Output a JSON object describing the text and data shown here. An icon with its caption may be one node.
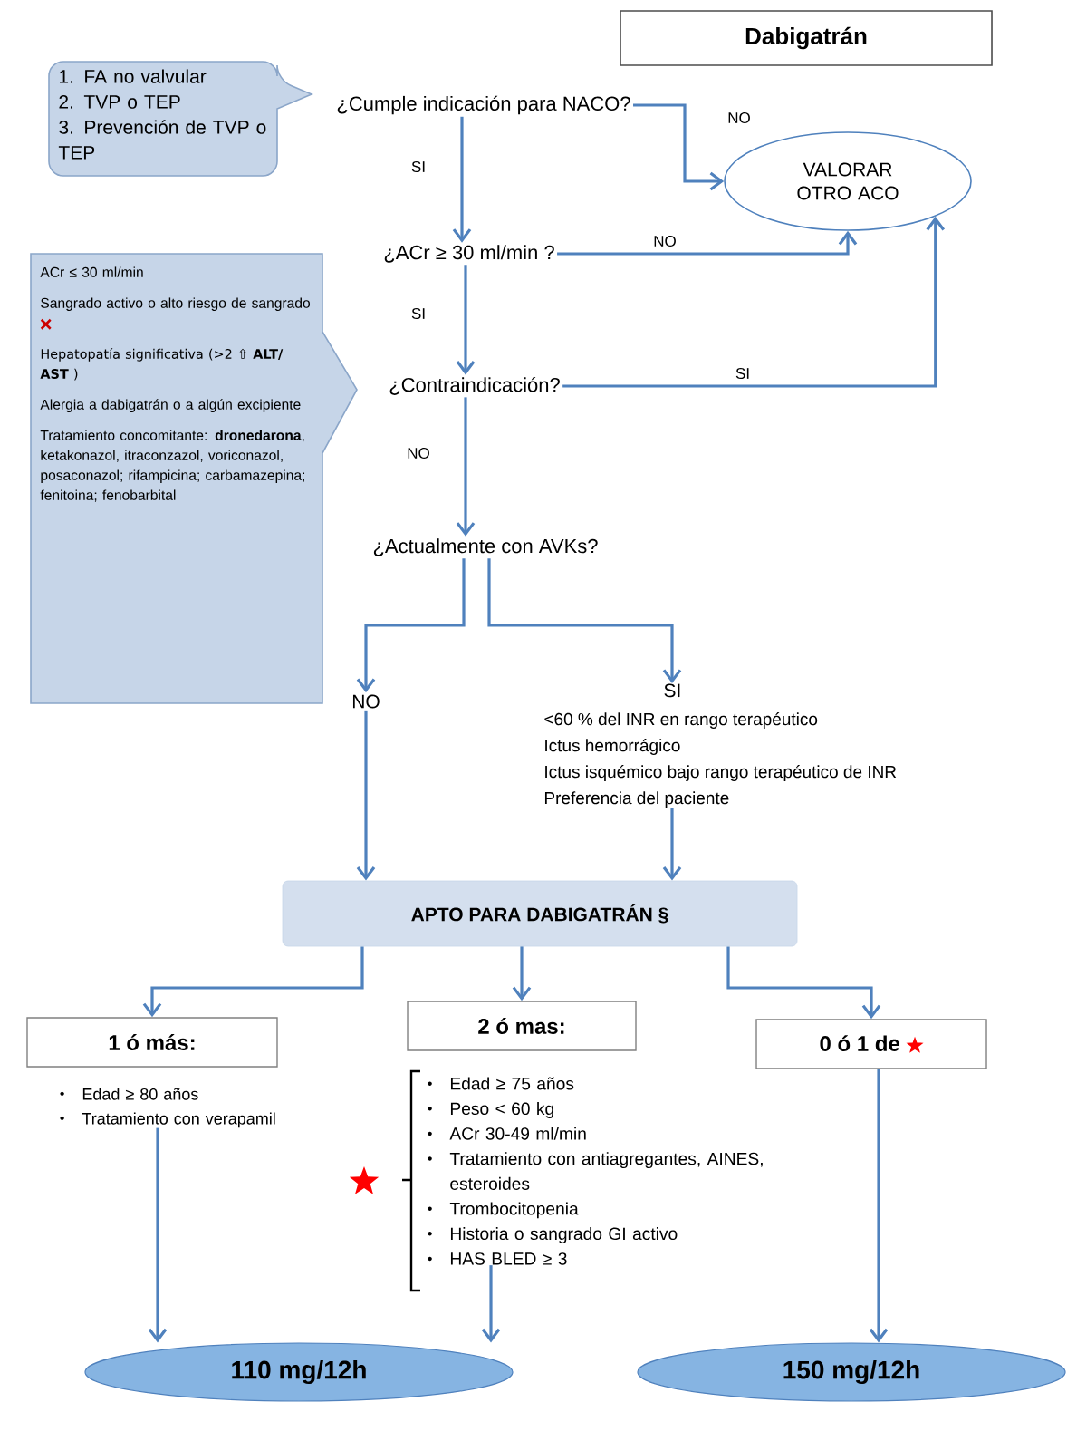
{
  "diagram": {
    "title": "Dabigatrán",
    "nodes": [
      {
        "text": [
          "1. FA no valvular",
          "2. TVP o TEP",
          "3. Prevención de TVP o TEP"
        ]
      },
      {
        "text": [
          "¿Cumple indicación para NACO?"
        ]
      },
      {
        "text": [
          "VALORAR OTRO ACO"
        ]
      },
      {
        "text": [
          "¿ACr ≥ 30 ml/min ?"
        ]
      },
      {
        "text": [
          "¿Contraindicación?"
        ]
      },
      {
        "text": [
          "ACr ≤ 30 ml/min",
          "Sangrado activo o alto riesgo de sangrado",
          "Hepatopatía significativa (>2 ⇧ **ALT/ AST** )",
          "Alergia a dabigatrán o a algún excipiente",
          "Tratamiento concomitante: **dronedarona**, ketakonazol, itraconzazol, voriconazol, posaconazol; rifampicina; carbamazepina; fenitoina; fenobarbital"
        ]
      },
      {
        "text": [
          "¿Actualmente con AVKs?"
        ]
      },
      {
        "text": [
          "NO"
        ]
      },
      {
        "text": [
          "SI",
          "<60 % del INR en rango terapéutico",
          "Ictus hemorrágico",
          "Ictus isquémico bajo rango terapéutico de INR",
          "Preferencia del paciente"
        ]
      },
      {
        "text": [
          "APTO PARA DABIGATRÁN §"
        ]
      },
      {
        "text": [
          "1 ó más:"
        ]
      },
      {
        "text": [
          "2 ó mas:"
        ]
      },
      {
        "text": [
          "0 ó 1 de"
        ]
      },
      {
        "text": [
          "Edad ≥ 80 años",
          "Tratamiento con verapamil"
        ]
      },
      {
        "text": [
          "Edad  ≥  75 años",
          "Peso < 60 kg",
          "ACr 30-49 ml/min",
          "Tratamiento con antiagregantes, AINES, esteroides",
          "Trombocitopenia",
          "Historia o sangrado GI activo",
          "HAS BLED ≥ 3"
        ]
      },
      {
        "text": [
          "110 mg/12h"
        ]
      },
      {
        "text": [
          "150 mg/12h"
        ]
      }
    ],
    "edges": [
      {
        "from": 1,
        "to": 3,
        "arrow": "to",
        "label": "SI"
      },
      {
        "from": 1,
        "to": 2,
        "arrow": "to",
        "label": "NO"
      },
      {
        "from": 3,
        "to": 2,
        "arrow": "to",
        "label": "NO"
      },
      {
        "from": 3,
        "to": 4,
        "arrow": "to",
        "label": "SI"
      },
      {
        "from": 4,
        "to": 2,
        "arrow": "to",
        "label": "SI"
      },
      {
        "from": 4,
        "to": 6,
        "arrow": "to",
        "label": "NO"
      },
      {
        "from": 6,
        "to": 7,
        "arrow": "to"
      },
      {
        "from": 6,
        "to": 8,
        "arrow": "to"
      },
      {
        "from": 7,
        "to": 9,
        "arrow": "to"
      },
      {
        "from": 8,
        "to": 9,
        "arrow": "to"
      },
      {
        "from": 9,
        "to": 10,
        "arrow": "to"
      },
      {
        "from": 9,
        "to": 11,
        "arrow": "to"
      },
      {
        "from": 9,
        "to": 12,
        "arrow": "to"
      },
      {
        "from": 13,
        "to": 15,
        "arrow": "to"
      },
      {
        "from": 14,
        "to": 15,
        "arrow": "to"
      },
      {
        "from": 12,
        "to": 16,
        "arrow": "to"
      }
    ]
  }
}
